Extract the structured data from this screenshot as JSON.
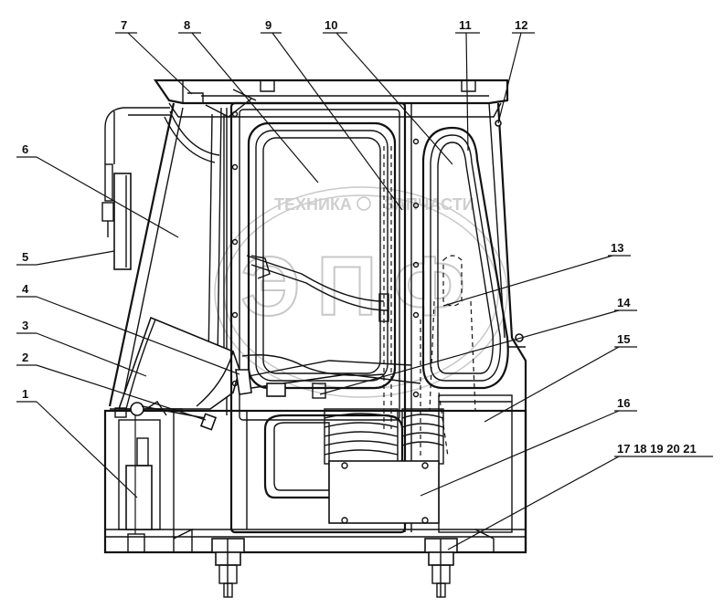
{
  "watermark": {
    "line1_left": "ТЕХНИКА",
    "line1_right": "ЗАПЧАСТИ",
    "logo": "ЭПФ"
  },
  "callouts": [
    {
      "id": "c1",
      "label": "1"
    },
    {
      "id": "c2",
      "label": "2"
    },
    {
      "id": "c3",
      "label": "3"
    },
    {
      "id": "c4",
      "label": "4"
    },
    {
      "id": "c5",
      "label": "5"
    },
    {
      "id": "c6",
      "label": "6"
    },
    {
      "id": "c7",
      "label": "7"
    },
    {
      "id": "c8",
      "label": "8"
    },
    {
      "id": "c9",
      "label": "9"
    },
    {
      "id": "c10",
      "label": "10"
    },
    {
      "id": "c11",
      "label": "11"
    },
    {
      "id": "c12",
      "label": "12"
    },
    {
      "id": "c13",
      "label": "13"
    },
    {
      "id": "c14",
      "label": "14"
    },
    {
      "id": "c15",
      "label": "15"
    },
    {
      "id": "c16",
      "label": "16"
    },
    {
      "id": "c17",
      "label": "17 18 19  20  21"
    }
  ],
  "colors": {
    "ink": "#111111",
    "watermark": "#c8c8c8",
    "paper": "#ffffff"
  }
}
